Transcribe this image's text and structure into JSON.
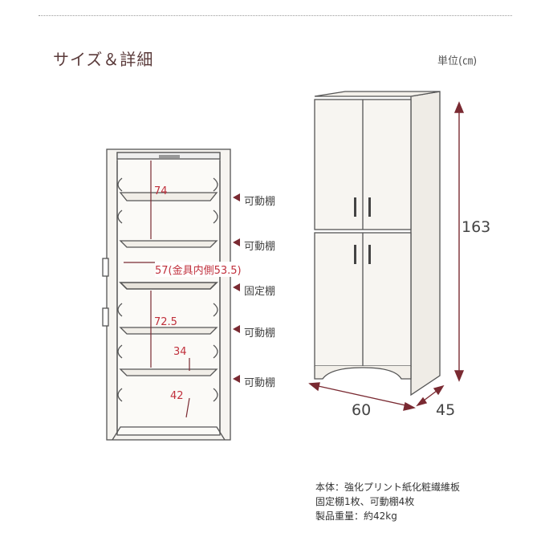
{
  "heading": "サイズ＆詳細",
  "unit_label": "単位(㎝)",
  "shelf_labels": [
    "可動棚",
    "可動棚",
    "固定棚",
    "可動棚",
    "可動棚"
  ],
  "inner_dims": {
    "upper_height": "74",
    "inner_width": "57(金具内側53.5)",
    "lower_height": "72.5",
    "shelf_gap": "34",
    "bottom_gap": "42"
  },
  "outer_dims": {
    "height": "163",
    "width": "60",
    "depth": "45"
  },
  "specs": [
    "本体：強化プリント紙化粧繊維板",
    "固定棚1枚、可動棚4枚",
    "製品重量：約42kg"
  ],
  "colors": {
    "dimension_arrow": "#7a2a32",
    "dimension_text": "#c0303c",
    "heading": "#5a3a3a"
  },
  "icons": [
    "arrow-left-icon"
  ]
}
